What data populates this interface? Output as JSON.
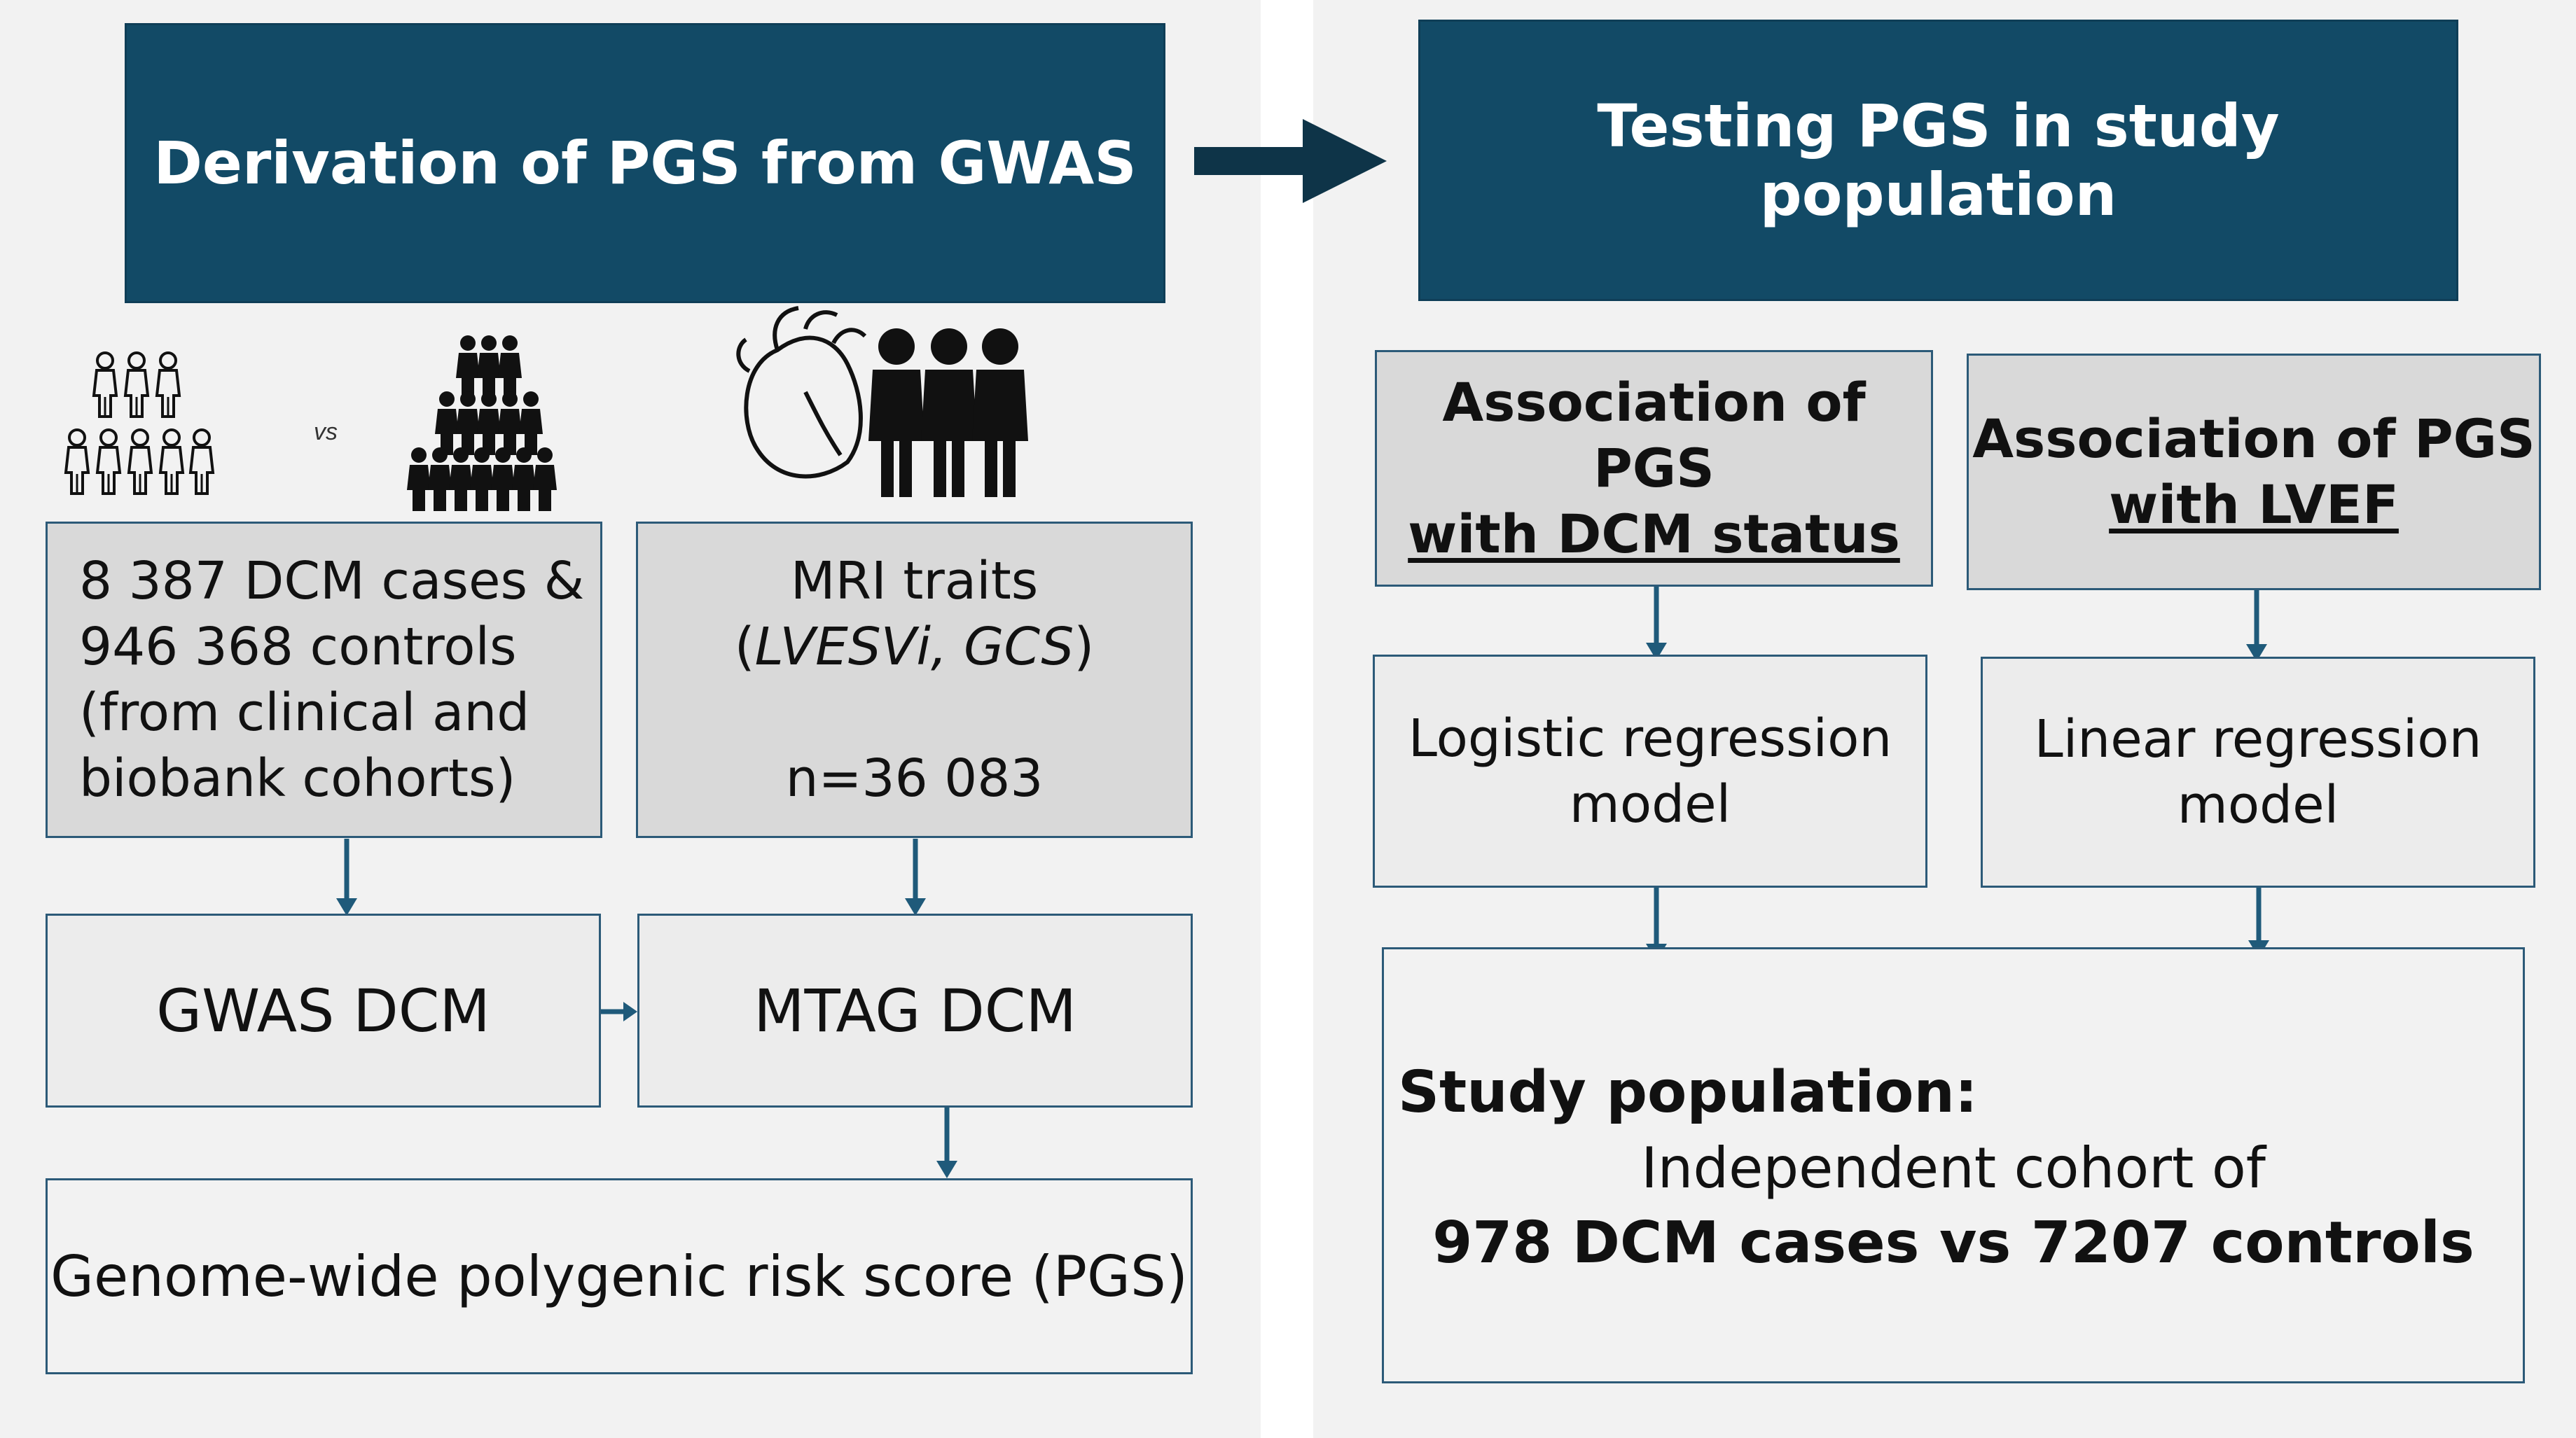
{
  "left_panel": {
    "header": "Derivation of PGS from GWAS",
    "vs_label": "vs",
    "cases_box": [
      "8 387 DCM cases &",
      "946 368 controls",
      "(from clinical and",
      "biobank cohorts)"
    ],
    "mri_box": {
      "title": "MRI traits",
      "traits_open": "(",
      "traits_italic": "LVESVi, GCS",
      "traits_close": ")",
      "n": "n=36 083"
    },
    "gwas_box": "GWAS DCM",
    "mtag_box": "MTAG DCM",
    "pgs_box": "Genome-wide polygenic risk score (PGS)"
  },
  "right_panel": {
    "header": "Testing PGS in study population",
    "assoc_dcm": [
      "Association of PGS",
      "with DCM status"
    ],
    "assoc_lvef": [
      "Association of PGS",
      "with LVEF"
    ],
    "logistic": [
      "Logistic regression",
      "model"
    ],
    "linear": [
      "Linear regression",
      "model"
    ],
    "study": {
      "title": "Study population:",
      "line1": "Independent cohort of",
      "line2": "978 DCM cases vs 7207 controls"
    }
  },
  "icons": [
    "small-population-icon",
    "large-population-icon",
    "heart-icon",
    "three-people-icon"
  ],
  "colors": {
    "header_fill": "#124a66",
    "arrow": "#1f5a7a",
    "big_arrow": "#0e3448",
    "panel": "#f2f2f2"
  }
}
